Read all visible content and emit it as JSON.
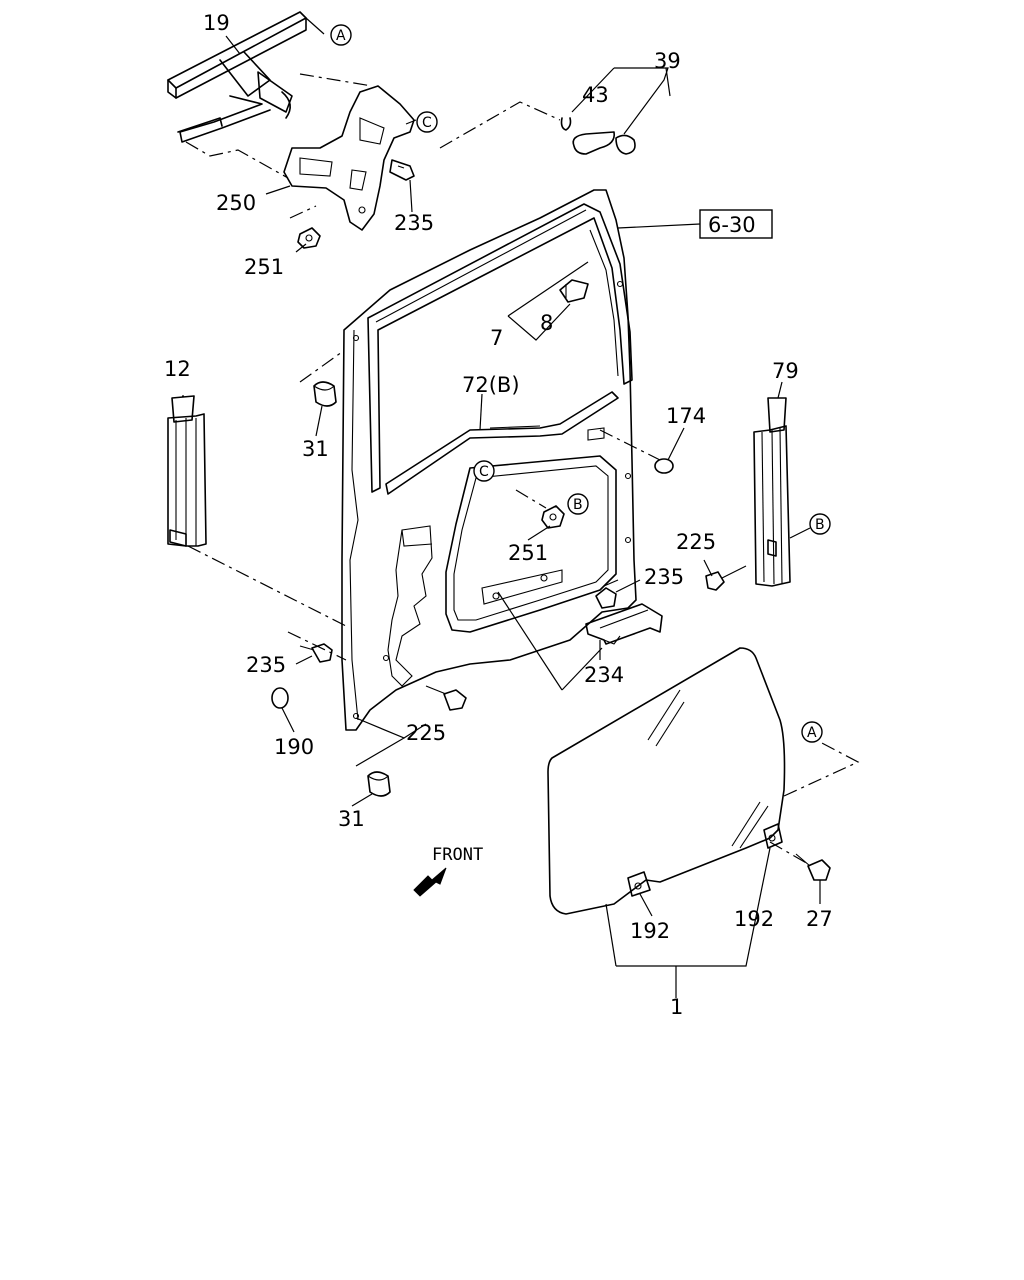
{
  "callouts": {
    "c19": "19",
    "c39": "39",
    "c43": "43",
    "c250": "250",
    "c235a": "235",
    "c251a": "251",
    "c7": "7",
    "c8": "8",
    "c12": "12",
    "c79": "79",
    "c72b": "72(B)",
    "c174": "174",
    "c31a": "31",
    "c251b": "251",
    "c225a": "225",
    "c235b": "235",
    "c234": "234",
    "c235c": "235",
    "c225b": "225",
    "c190": "190",
    "c31b": "31",
    "c192a": "192",
    "c192b": "192",
    "c27": "27",
    "c1": "1"
  },
  "reference_box": "6-30",
  "circle_markers": {
    "a_top": "A",
    "c_top": "C",
    "c_mid": "C",
    "b_mid": "B",
    "b_right": "B",
    "a_right": "A"
  },
  "front_label": "FRONT",
  "icons": {
    "direction": "front-arrow-icon"
  }
}
